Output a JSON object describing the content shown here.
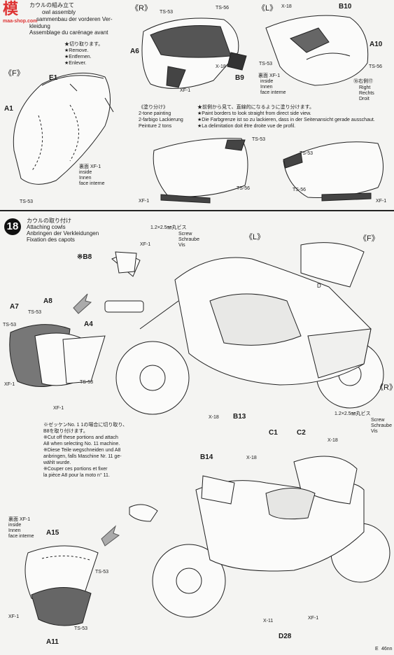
{
  "watermark": {
    "site": "maa-shop.com",
    "cjk": "模"
  },
  "step17": {
    "title_ja": "カウルの組み立て",
    "title_en": "owl assembly",
    "title_de": "sammenbau der vorderen Ver-",
    "title_de2": "kleidung",
    "title_fr": "Assemblage du carénage avant",
    "cut": [
      "★切り取ります。",
      "★Remove.",
      "★Entfernen.",
      "★Enlever."
    ],
    "view_f": "《F》",
    "view_r": "《R》",
    "view_l": "《L》",
    "parts": {
      "e1": "E1",
      "a1": "A1",
      "a6": "A6",
      "b9": "B9",
      "b10": "B10",
      "a10": "A10"
    },
    "paints": {
      "ts53": "TS-53",
      "ts56": "TS-56",
      "xf1": "XF-1",
      "x18": "X-18"
    },
    "inside": [
      "裏面 XF-1",
      "inside",
      "Innen",
      "face interne"
    ],
    "side": [
      "⑱右側⑰",
      "Right",
      "Rechts",
      "Droit"
    ],
    "two_tone": [
      "《塗り分け》",
      "2-tone painting",
      "2-farbigo Lackierung",
      "Peinture 2 tons"
    ],
    "notes": [
      "★前側から見て、直線的になるように塗り分けます。",
      "★Paint borders to look straight from direct side view.",
      "★Die Farbgrenze ist so zu lackieren, dass in der Seitenansicht gerade ausschaut.",
      "★La delimitation doit être droite vue de profil."
    ]
  },
  "step18": {
    "number": "18",
    "title": [
      "カウルの取り付け",
      "Attaching cowls",
      "Anbringen der Verkleidungen",
      "Fixation des capots"
    ],
    "screw1": [
      "1.2×2.5㎜丸ビス",
      "Screw",
      "Schraube",
      "Vis"
    ],
    "screw2": [
      "1.2×2.5㎜丸ビス",
      "Screw",
      "Schraube",
      "Vis"
    ],
    "parts": {
      "b8": "※B8",
      "a7": "A7",
      "a8": "A8",
      "a4": "A4",
      "b13": "B13",
      "c1": "C1",
      "c2": "C2",
      "b14": "B14",
      "a15": "A15",
      "a11": "A11",
      "d28": "D28",
      "x11": "X-11",
      "l": "《L》",
      "f": "《F》",
      "r": "《R》",
      "d": "D"
    },
    "note": [
      "※ゼッケンNo. 1 1の場合に切り取り、",
      "B8を取り付けます。",
      "※Cut off these portions and attach",
      "A8 when selecting No. 11 machine.",
      "※Diese Teile wegschneiden und A8",
      "anbringen, falls Maschine Nr. 11 ge-",
      "wählt wurde.",
      "※Couper ces portions et fixer",
      "la pièce A8 pour la moto n° 11."
    ],
    "inside": [
      "裏面 XF-1",
      "inside",
      "Innen",
      "face interne"
    ]
  },
  "footer": {
    "lang": "E",
    "page": "46nn"
  }
}
